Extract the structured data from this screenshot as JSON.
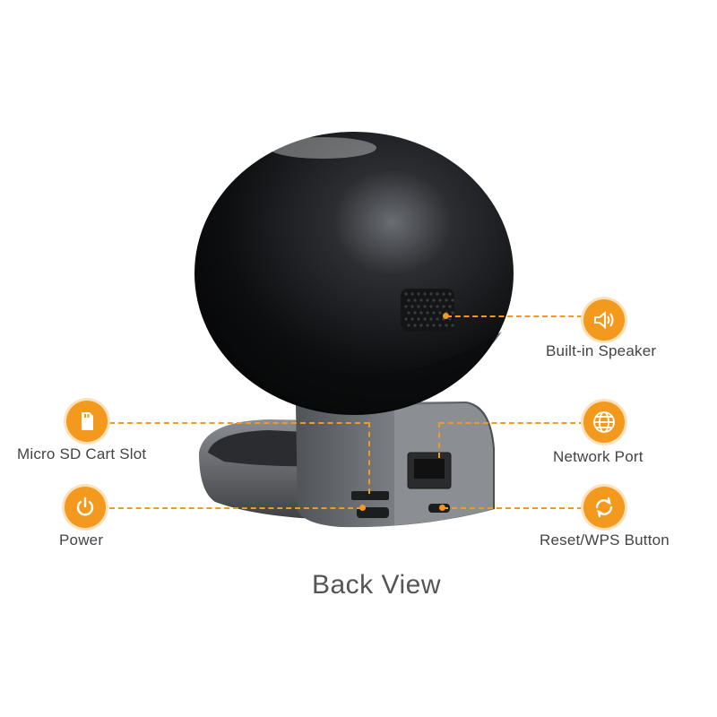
{
  "accent_color": "#f39a1e",
  "caption": "Back View",
  "callouts": {
    "speaker": {
      "label": "Built-in Speaker",
      "icon": "speaker-icon"
    },
    "sd_slot": {
      "label": "Micro SD Cart Slot",
      "icon": "sd-card-icon"
    },
    "network": {
      "label": "Network Port",
      "icon": "globe-icon"
    },
    "power": {
      "label": "Power",
      "icon": "power-icon"
    },
    "reset": {
      "label": "Reset/WPS Button",
      "icon": "refresh-icon"
    }
  }
}
